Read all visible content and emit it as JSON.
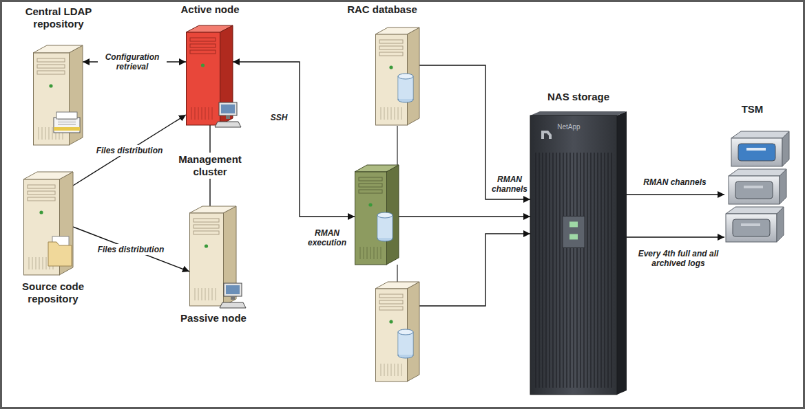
{
  "diagram": {
    "nodes": [
      {
        "text": [
          "Central LDAP repository"
        ]
      },
      {
        "text": [
          "Active node"
        ]
      },
      {
        "text": [
          "Source code repository"
        ]
      },
      {
        "text": [
          "Passive node"
        ]
      },
      {
        "text": [
          "RAC database"
        ]
      },
      {
        "text": [
          "NAS storage"
        ]
      },
      {
        "text": [
          "TSM"
        ]
      }
    ],
    "edges": [
      {
        "from": 0,
        "to": 1,
        "label": "Configuration retrieval",
        "arrow": "both"
      },
      {
        "from": 2,
        "to": 1,
        "label": "Files distribution",
        "arrow": "to"
      },
      {
        "from": 2,
        "to": 3,
        "label": "Files distribution",
        "arrow": "to"
      },
      {
        "from": 1,
        "to": 3,
        "label": "Management cluster",
        "arrow": "none"
      },
      {
        "from": 1,
        "to": 4,
        "label": "RMAN execution",
        "arrow": "both"
      },
      {
        "from": 4,
        "to": 5,
        "label": "RMAN channels",
        "arrow": "to"
      },
      {
        "from": 5,
        "to": 6,
        "label": "RMAN channels",
        "arrow": "to"
      },
      {
        "from": 5,
        "to": 6,
        "label": "Every 4th full and all archived logs",
        "arrow": "to"
      }
    ],
    "labels": [
      "SSH",
      "NetApp"
    ]
  }
}
